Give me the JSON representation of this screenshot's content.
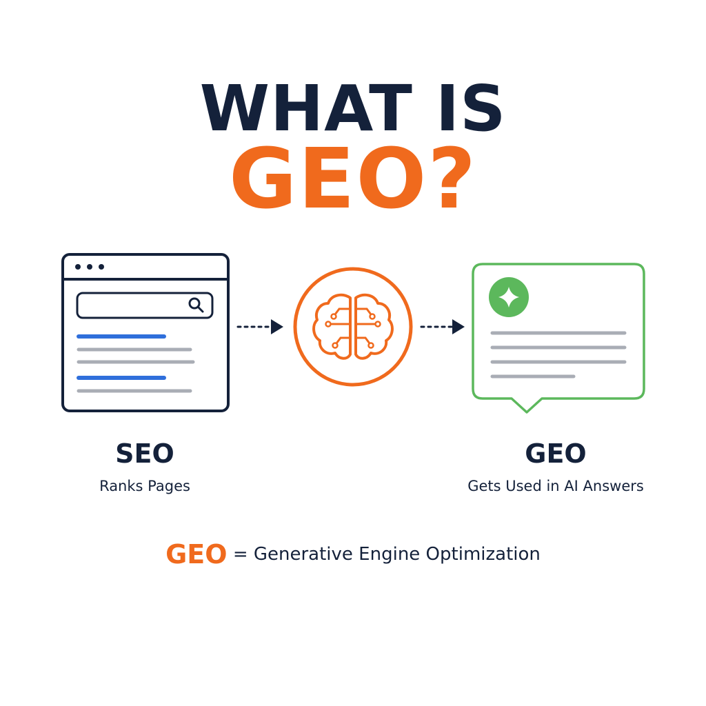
{
  "title": {
    "line1": "WHAT IS",
    "line2": "GEO?"
  },
  "seo": {
    "title": "SEO",
    "subtitle": "Ranks Pages",
    "icon": "browser-search-window-icon"
  },
  "center": {
    "icon": "ai-brain-circuit-icon"
  },
  "geo": {
    "title": "GEO",
    "subtitle": "Gets Used in AI Answers",
    "icon": "ai-answer-chat-bubble-icon"
  },
  "definition": {
    "term": "GEO",
    "rest": " = Generative Engine Optimization"
  },
  "colors": {
    "navy": "#14213a",
    "orange": "#f06a1d",
    "green": "#5cb85c",
    "blue": "#2f6fdb",
    "gray": "#a9adb5"
  }
}
